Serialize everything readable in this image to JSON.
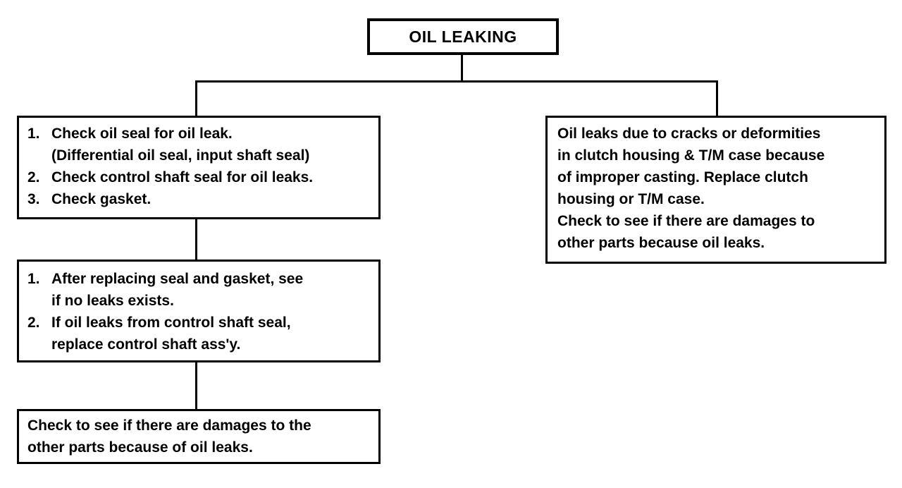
{
  "diagram": {
    "title_box": {
      "label": "OIL LEAKING"
    },
    "box_check_seals": {
      "items": [
        {
          "num": "1.",
          "text": "Check oil seal for oil leak.\n(Differential oil seal, input shaft seal)"
        },
        {
          "num": "2.",
          "text": "Check control shaft seal for oil leaks."
        },
        {
          "num": "3.",
          "text": "Check gasket."
        }
      ]
    },
    "box_verify_repair": {
      "items": [
        {
          "num": "1.",
          "text": "After replacing seal and gasket, see\nif no leaks exists."
        },
        {
          "num": "2.",
          "text": "If oil leaks from control shaft seal,\nreplace control shaft ass'y."
        }
      ]
    },
    "box_check_damages": {
      "text": "Check to see if there are damages to the\nother parts because of oil leaks."
    },
    "box_casting_defects": {
      "text": "Oil leaks due to cracks or deformities\nin clutch housing & T/M case because\nof improper casting. Replace clutch\nhousing or T/M case.\nCheck to see if there are damages to\nother parts because oil leaks."
    },
    "colors": {
      "ink": "#000000",
      "background": "#ffffff"
    }
  }
}
